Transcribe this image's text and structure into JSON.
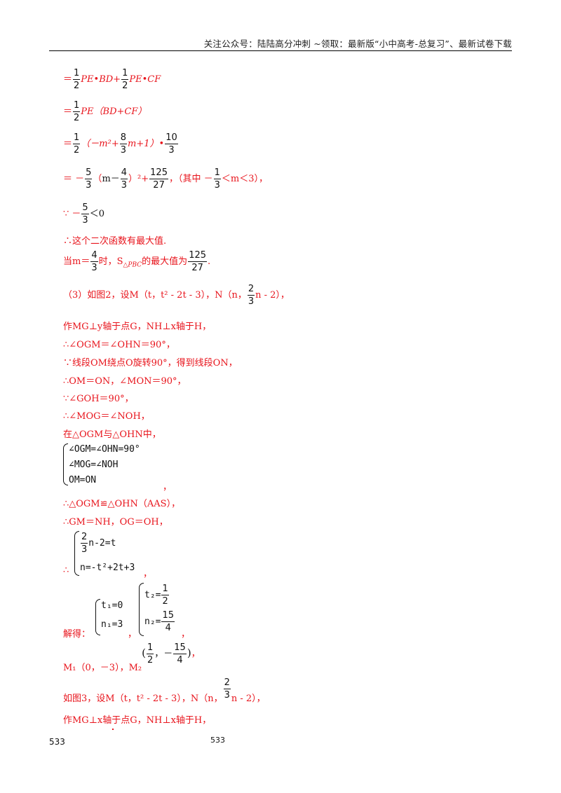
{
  "header": {
    "text": "关注公众号：陆陆高分冲刺 ~领取：最新版“小中高考-总复习”、最新试卷下载"
  },
  "lines": {
    "l1": {
      "eq": "＝",
      "f1n": "1",
      "f1d": "2",
      "t1": "PE•BD+",
      "f2n": "1",
      "f2d": "2",
      "t2": "PE•CF"
    },
    "l2": {
      "eq": "＝",
      "fn": "1",
      "fd": "2",
      "t": "PE（BD+CF）"
    },
    "l3": {
      "eq": "＝",
      "f1n": "1",
      "f1d": "2",
      "t1": "（－m²+",
      "f2n": "8",
      "f2d": "3",
      "t2": "m+1）•",
      "f3n": "10",
      "f3d": "3"
    },
    "l4": {
      "eq": "＝ －",
      "f1n": "5",
      "f1d": "3",
      "p1": "（",
      "m": "m－",
      "f2n": "4",
      "f2d": "3",
      "p2": "）²+",
      "f3n": "125",
      "f3d": "27",
      "t": "，（其中 －",
      "f4n": "1",
      "f4d": "3",
      "t2": "＜m＜3），"
    },
    "l5": {
      "because": "∵ －",
      "fn": "5",
      "fd": "3",
      "t": "＜0"
    },
    "l6": {
      "text": "∴这个二次函数有最大值."
    },
    "l7": {
      "pre": "当m＝",
      "fn": "4",
      "fd": "3",
      "mid": "时，S",
      "sub": "△PBC",
      "mid2": "的最大值为",
      "f2n": "125",
      "f2d": "27",
      "end": "."
    },
    "l8": {
      "pre": "（3）如图2，设M（t，t² - 2t - 3），N（n，",
      "fn": "2",
      "fd": "3",
      "post": "n - 2），"
    },
    "l9": "作MG⊥y轴于点G，NH⊥x轴于H，",
    "l10": "∴∠OGM＝∠OHN＝90°，",
    "l11": "∵线段OM绕点O旋转90°，得到线段ON，",
    "l12": "∴OM＝ON，∠MON＝90°，",
    "l13": "∵∠GOH＝90°，",
    "l14": "∴∠MOG＝∠NOH，",
    "l15": "在△OGM与△OHN中，",
    "sys1": {
      "r1": "∠OGM=∠OHN=90°",
      "r2": "∠MOG=∠NOH",
      "r3": "OM=ON",
      "tail": "，"
    },
    "l16": "∴△OGM≌△OHN（AAS），",
    "l17": "∴GM＝NH，OG＝OH，",
    "sys2": {
      "lead": "∴",
      "fn": "2",
      "fd": "3",
      "r1": "n-2=t",
      "r2": "n=-t²+2t+3",
      "tail": "，"
    },
    "sol": {
      "lead": "解得：",
      "a1": "t₁=0",
      "a2": "n₁=3",
      "sep": "，",
      "b1": "t₂=",
      "b1n": "1",
      "b1d": "2",
      "b2": "n₂=",
      "b2n": "15",
      "b2d": "4",
      "tail": "，"
    },
    "l18": {
      "pre": "M₁（0，－3），M₂",
      "p1": "(",
      "f1n": "1",
      "f1d": "2",
      "c": "，",
      "minus": "－",
      "f2n": "15",
      "f2d": "4",
      "p2": ")",
      "tail": "，"
    },
    "l19": {
      "pre": "如图3，设M（t，t² - 2t - 3），N（n，",
      "fn": "2",
      "fd": "3",
      "post": "n - 2），"
    },
    "l20": "作MG⊥x轴于点G，NH⊥x轴于H，"
  },
  "footer": {
    "left": "533",
    "center": "533"
  }
}
